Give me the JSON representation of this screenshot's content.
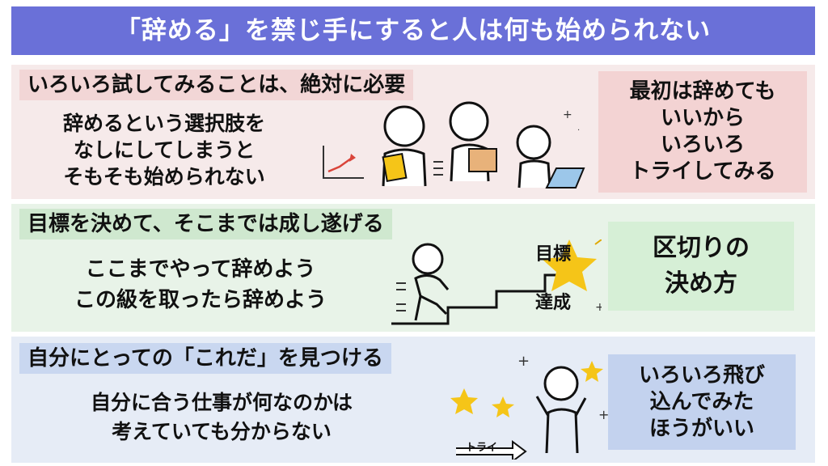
{
  "title": "「辞める」を禁じ手にすると人は何も始められない",
  "sections": [
    {
      "heading": "いろいろ試してみることは、絶対に必要",
      "lines": [
        "辞めるという選択肢を",
        "なしにしてしまうと",
        "そもそも始められない"
      ],
      "box": [
        "最初は辞めても",
        "いいから",
        "いろいろ",
        "トライしてみる"
      ]
    },
    {
      "heading": "目標を決めて、そこまでは成し遂げる",
      "lines": [
        "ここまでやって辞めよう",
        "この級を取ったら辞めよう"
      ],
      "goal_top": "目標",
      "goal_bottom": "達成",
      "box": [
        "区切りの",
        "決め方"
      ]
    },
    {
      "heading": "自分にとっての「これだ」を見つける",
      "lines": [
        "自分に合う仕事が何なのかは",
        "考えていても分からない"
      ],
      "arrow_label": "トライ",
      "box": [
        "いろいろ飛び",
        "込んでみた",
        "ほうがいい"
      ]
    }
  ],
  "colors": {
    "title_bg": "#6a70d8",
    "section1_bg": "#f6eaea",
    "section2_bg": "#e8f3e8",
    "section3_bg": "#e6ecf6",
    "star": "#f5c518",
    "arrow_red": "#d9443a"
  }
}
